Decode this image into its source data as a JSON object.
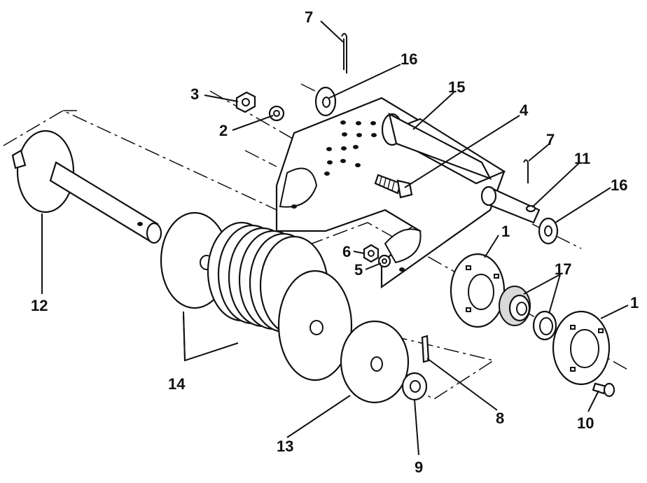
{
  "diagram": {
    "callouts": [
      {
        "id": "callout-7-top",
        "label": "7"
      },
      {
        "id": "callout-16-top",
        "label": "16"
      },
      {
        "id": "callout-3",
        "label": "3"
      },
      {
        "id": "callout-2",
        "label": "2"
      },
      {
        "id": "callout-15",
        "label": "15"
      },
      {
        "id": "callout-4",
        "label": "4"
      },
      {
        "id": "callout-7-right",
        "label": "7"
      },
      {
        "id": "callout-11",
        "label": "11"
      },
      {
        "id": "callout-16-right",
        "label": "16"
      },
      {
        "id": "callout-1-mid",
        "label": "1"
      },
      {
        "id": "callout-1-right",
        "label": "1"
      },
      {
        "id": "callout-17",
        "label": "17"
      },
      {
        "id": "callout-6",
        "label": "6"
      },
      {
        "id": "callout-5",
        "label": "5"
      },
      {
        "id": "callout-12",
        "label": "12"
      },
      {
        "id": "callout-14",
        "label": "14"
      },
      {
        "id": "callout-13",
        "label": "13"
      },
      {
        "id": "callout-9",
        "label": "9"
      },
      {
        "id": "callout-8",
        "label": "8"
      },
      {
        "id": "callout-10",
        "label": "10"
      }
    ]
  }
}
